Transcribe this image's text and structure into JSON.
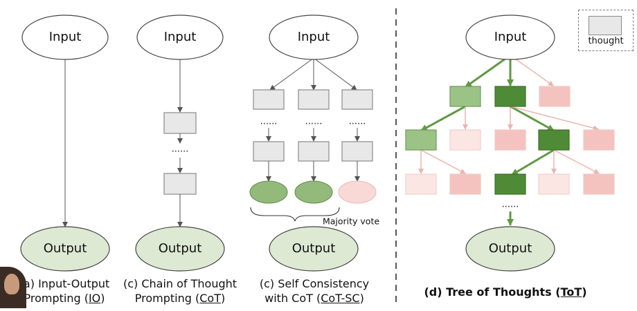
{
  "nodes": {
    "input": "Input",
    "output": "Output",
    "dots": "......"
  },
  "majority_vote": "Majority vote",
  "legend": {
    "label": "thought"
  },
  "captions": {
    "io": {
      "line1": "(a) Input-Output",
      "line2_prefix": "Prompting (",
      "line2_link": "IO",
      "line2_suffix": ")"
    },
    "cot": {
      "line1": "(c) Chain of Thought",
      "line2_prefix": "Prompting (",
      "line2_link": "CoT",
      "line2_suffix": ")"
    },
    "cotsc": {
      "line1": "(c) Self Consistency",
      "line2_prefix": "with CoT (",
      "line2_link": "CoT-SC",
      "line2_suffix": ")"
    },
    "tot": {
      "prefix": "(d) Tree of Thoughts (",
      "link": "ToT",
      "suffix": ")"
    }
  },
  "colors": {
    "gray_box_fill": "#e8e8e8",
    "gray_box_stroke": "#8a8a8a",
    "ellipse_green": "#dde9d3",
    "vote_green": "#93ba7b",
    "vote_pink": "#f8d9d6",
    "tot_dark": "#4f8a36",
    "tot_mid": "#9cc386",
    "tot_light_pink": "#f4c3c0",
    "tot_faint_pink": "#fbe6e4",
    "arrow_green": "#5f9a42",
    "arrow_pink": "#eab4b0",
    "divider": "#555555"
  }
}
